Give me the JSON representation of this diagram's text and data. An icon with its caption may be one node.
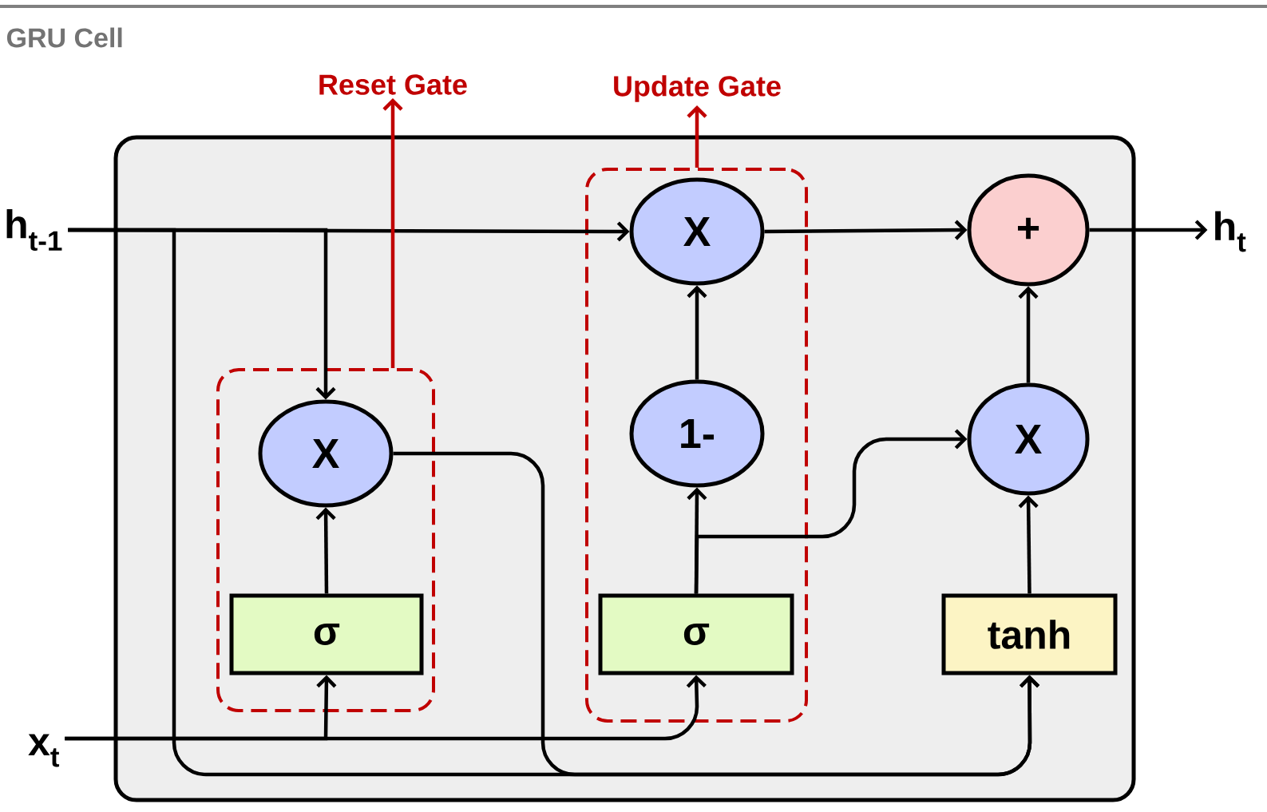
{
  "diagram": {
    "title": "GRU Cell",
    "nodes": [
      {
        "text": [],
        "shape": "box"
      },
      {
        "text": [
          "h$_{t-1}$"
        ]
      },
      {
        "text": [
          "Reset Gate"
        ]
      },
      {
        "text": [
          "Update Gate"
        ]
      },
      {
        "text": [],
        "shape": "box",
        "in": 0
      },
      {
        "text": [
          "X"
        ],
        "in": 4
      },
      {
        "text": [
          "σ"
        ],
        "in": 4
      },
      {
        "text": [],
        "shape": "box",
        "in": 0
      },
      {
        "text": [
          "X"
        ],
        "in": 7
      },
      {
        "text": [
          "1-"
        ],
        "in": 7
      },
      {
        "text": [
          "σ"
        ],
        "in": 7
      },
      {
        "text": [
          "+"
        ],
        "in": 0
      },
      {
        "text": [
          "X"
        ],
        "in": 0
      },
      {
        "text": [
          "tanh"
        ],
        "in": 0
      },
      {
        "text": [
          "h$_{t}$"
        ]
      },
      {
        "text": [
          "x$_{t}$"
        ]
      }
    ],
    "edges": [
      {
        "from": 1,
        "to": 8,
        "arrow": "to"
      },
      {
        "from": 1,
        "to": 5,
        "arrow": "to"
      },
      {
        "from": 1,
        "to": 13,
        "arrow": "to"
      },
      {
        "from": 5,
        "to": 13,
        "arrow": "to"
      },
      {
        "from": 15,
        "to": 6,
        "arrow": "to"
      },
      {
        "from": 15,
        "to": 10,
        "arrow": "to"
      },
      {
        "from": 6,
        "to": 5,
        "arrow": "to"
      },
      {
        "from": 10,
        "to": 9,
        "arrow": "to"
      },
      {
        "from": 10,
        "to": 12,
        "arrow": "to"
      },
      {
        "from": 9,
        "to": 8,
        "arrow": "to"
      },
      {
        "from": 8,
        "to": 11,
        "arrow": "to"
      },
      {
        "from": 12,
        "to": 11,
        "arrow": "to"
      },
      {
        "from": 13,
        "to": 12,
        "arrow": "to"
      },
      {
        "from": 11,
        "to": 14,
        "arrow": "to"
      },
      {
        "from": 4,
        "to": 2,
        "arrow": "to",
        "color": "#c00000"
      },
      {
        "from": 7,
        "to": 3,
        "arrow": "to",
        "color": "#c00000"
      }
    ]
  }
}
